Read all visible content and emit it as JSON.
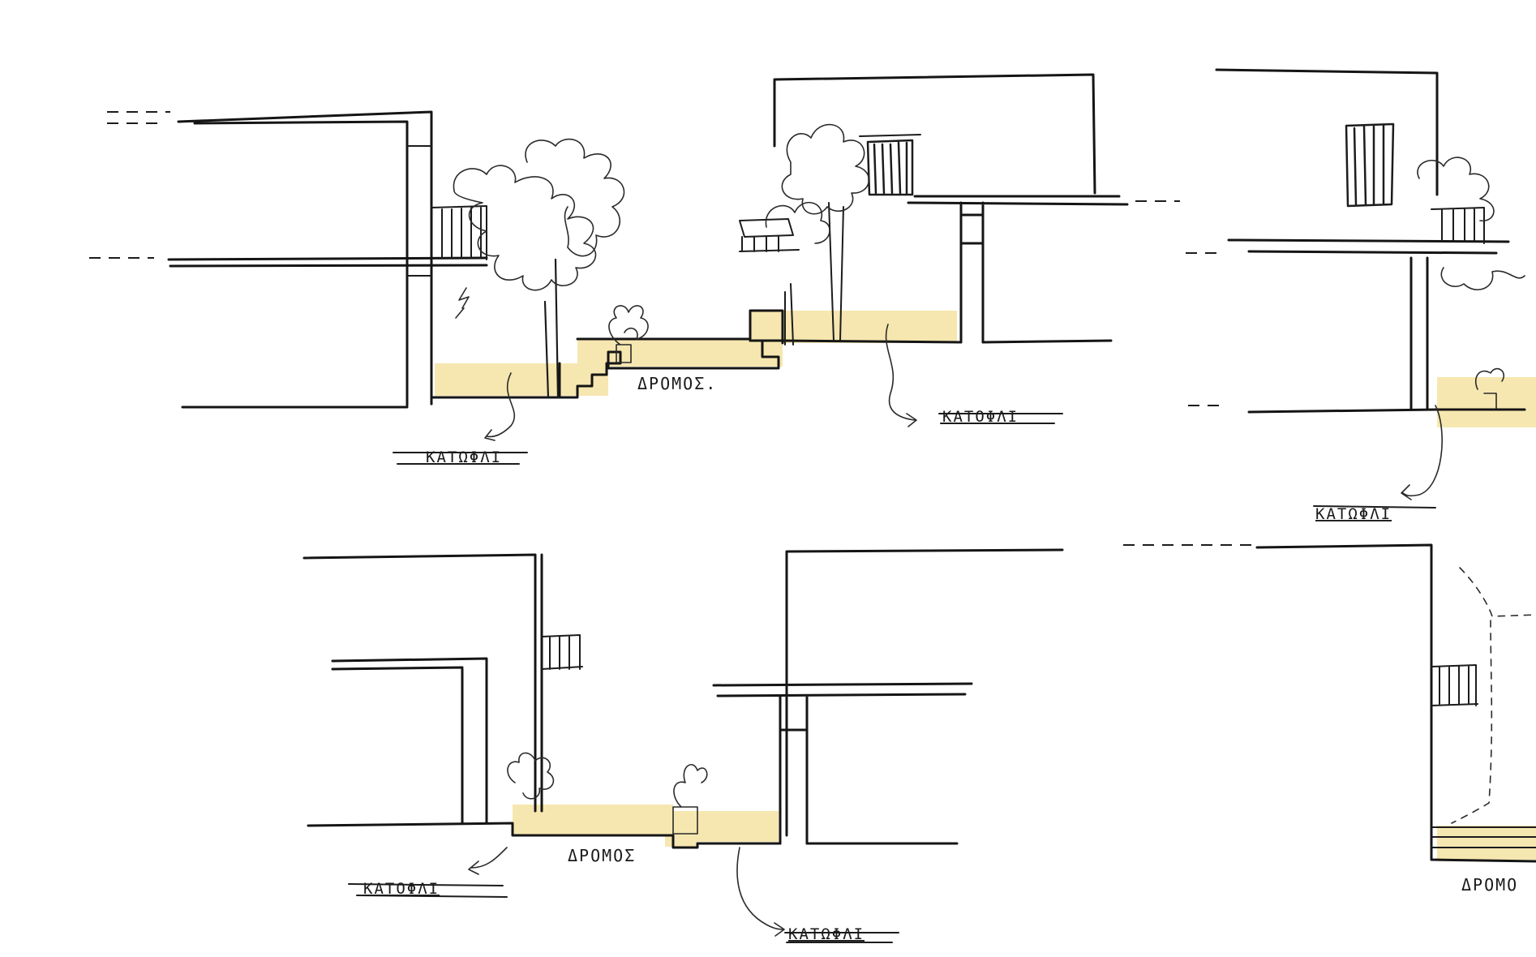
{
  "colors": {
    "ink": "#1c1c1c",
    "highlight": "#f6e7b0",
    "paper": "#ffffff"
  },
  "labels": {
    "street": "ΔΡΟΜΟΣ",
    "street_dot": "ΔΡΟΜΟΣ.",
    "street_cut": "ΔΡΟΜΟ",
    "roof": "ΚΑΤΩΦΛΙ",
    "roof_alt": "ΚΑΤΟΦΛΙ"
  }
}
